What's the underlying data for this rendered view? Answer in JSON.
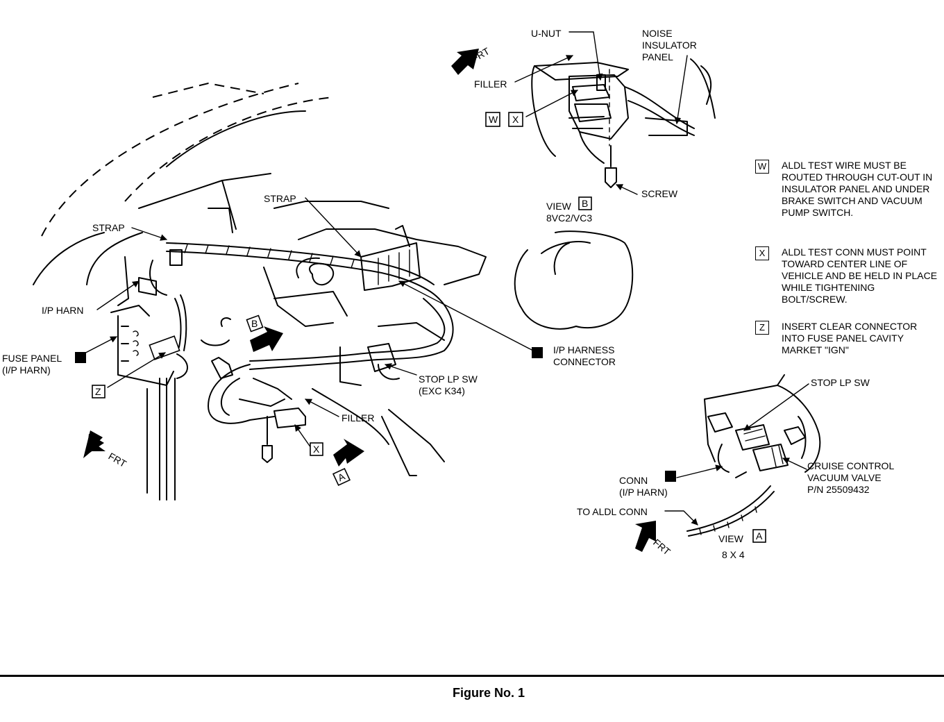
{
  "figure": {
    "caption": "Figure No. 1",
    "labels": {
      "u_nut": "U-NUT",
      "noise_1": "NOISE",
      "noise_2": "INSULATOR",
      "noise_3": "PANEL",
      "frt": "FRT",
      "filler": "FILLER",
      "screw": "SCREW",
      "view": "VIEW",
      "view_b_code": "8VC2/VC3",
      "view_a_code": "8 X 4",
      "strap": "STRAP",
      "ip_harn": "I/P HARN",
      "fuse_panel_1": "FUSE PANEL",
      "fuse_panel_2": "(I/P HARN)",
      "ip_harness_connector_1": "I/P HARNESS",
      "ip_harness_connector_2": "CONNECTOR",
      "stop_lp_sw": "STOP LP SW",
      "exc_k34": "(EXC K34)",
      "conn_1": "CONN",
      "conn_2": "(I/P HARN)",
      "to_aldl_conn": "TO ALDL CONN",
      "cruise_1": "CRUISE CONTROL",
      "cruise_2": "VACUUM VALVE",
      "cruise_3": "P/N 25509432"
    },
    "keys": {
      "w": "W",
      "x": "X",
      "z": "Z",
      "a": "A",
      "b": "B"
    },
    "notes": [
      {
        "key": "W",
        "text": "ALDL TEST WIRE MUST BE ROUTED THROUGH CUT-OUT IN INSULATOR PANEL AND UNDER BRAKE SWITCH AND VACUUM PUMP SWITCH."
      },
      {
        "key": "X",
        "text": "ALDL TEST CONN MUST POINT TOWARD CENTER LINE OF VEHICLE AND BE HELD IN PLACE WHILE TIGHTENING BOLT/SCREW."
      },
      {
        "key": "Z",
        "text": "INSERT CLEAR CONNECTOR INTO FUSE PANEL CAVITY MARKET \"IGN\""
      }
    ]
  }
}
